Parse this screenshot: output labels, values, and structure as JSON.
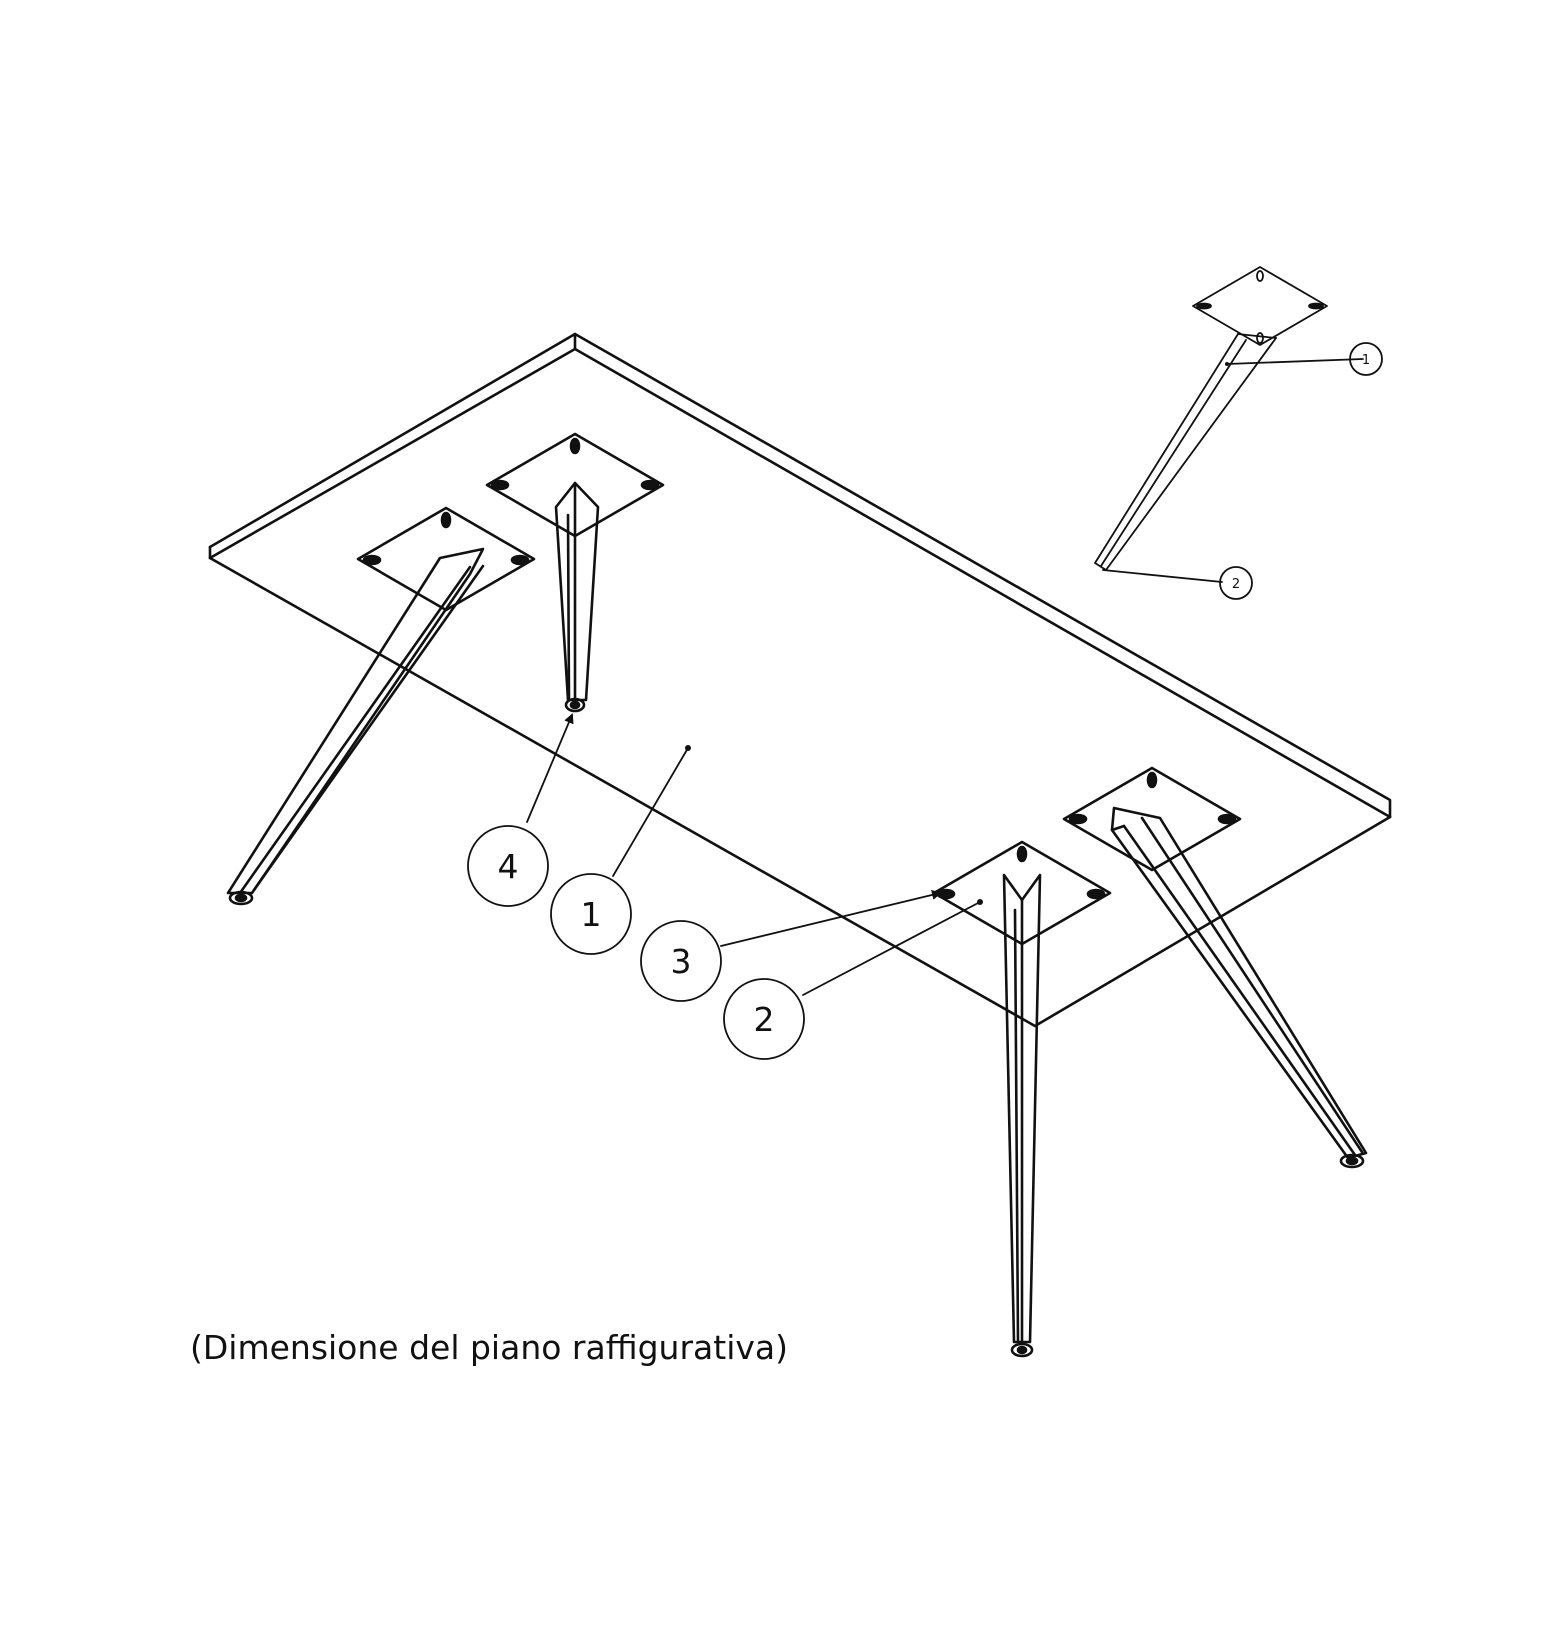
{
  "caption": "(Dimensione del piano raffigurativa)",
  "main_callouts": [
    {
      "id": "callout-4",
      "label": "4"
    },
    {
      "id": "callout-1",
      "label": "1"
    },
    {
      "id": "callout-3",
      "label": "3"
    },
    {
      "id": "callout-2",
      "label": "2"
    }
  ],
  "detail_callouts": [
    {
      "id": "detail-callout-1",
      "label": "1"
    },
    {
      "id": "detail-callout-2",
      "label": "2"
    }
  ],
  "colors": {
    "line": "#111111",
    "background": "#ffffff"
  }
}
